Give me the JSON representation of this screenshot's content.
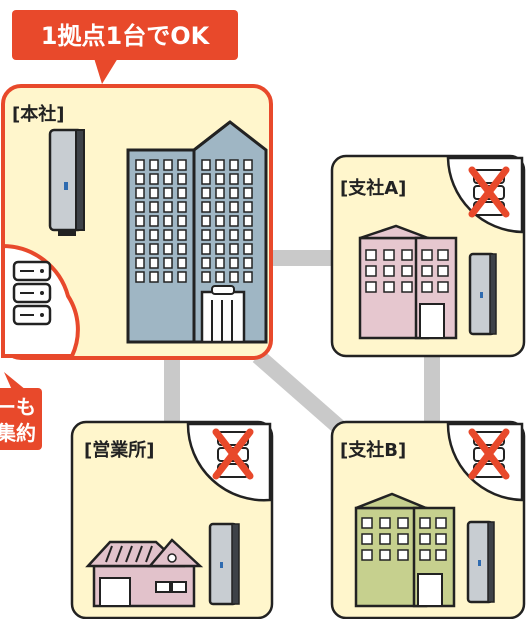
{
  "callout_top": "1拠点1台でOK",
  "callout_left": {
    "line1": "ーも",
    "line2": "集約"
  },
  "sites": {
    "honsha": {
      "label": "[本社]"
    },
    "branch_a": {
      "label": "[支社A]"
    },
    "branch_b": {
      "label": "[支社B]"
    },
    "sales": {
      "label": "[営業所]"
    }
  },
  "colors": {
    "accent": "#e8492b",
    "card_fill": "#fff6cc",
    "card_stroke": "#222222",
    "connector": "#c9c9c9",
    "tower_glass": "#9fb6c4",
    "branch_a_building": "#e6c7cf",
    "branch_b_building": "#c6d08e",
    "house": "#e2c2cb"
  }
}
